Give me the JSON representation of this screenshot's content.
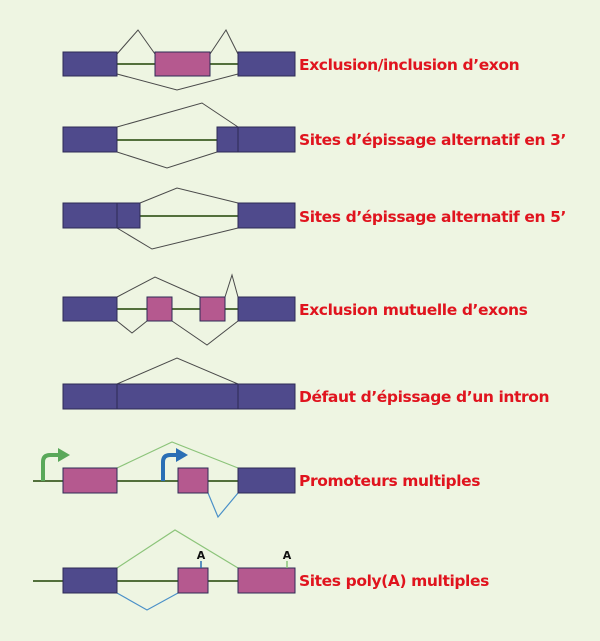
{
  "colors": {
    "background": "#eef5e2",
    "constitutive_exon": "#4f4a8c",
    "alternative_exon": "#b5598f",
    "exon_outline": "#2e2a55",
    "intron_line": "#53703c",
    "splice_line": "#4a4a4a",
    "label": "#e0141e",
    "green_arrow": "#5aa85a",
    "blue_arrow": "#2a6fb5",
    "green_splice": "#8cc47a",
    "blue_splice": "#4a90c8"
  },
  "rows": [
    {
      "label": "Exclusion/inclusion d’exon"
    },
    {
      "label": "Sites d’épissage alternatif en 3’"
    },
    {
      "label": "Sites d’épissage alternatif en 5’"
    },
    {
      "label": "Exclusion mutuelle d’exons"
    },
    {
      "label": "Défaut d’épissage d’un intron"
    },
    {
      "label": "Promoteurs multiples"
    },
    {
      "label": "Sites poly(A) multiples",
      "poly_a_marks": [
        "A",
        "A"
      ]
    }
  ],
  "icons": {
    "promoter_arrow_1": "green-promoter-arrow-icon",
    "promoter_arrow_2": "blue-promoter-arrow-icon"
  }
}
